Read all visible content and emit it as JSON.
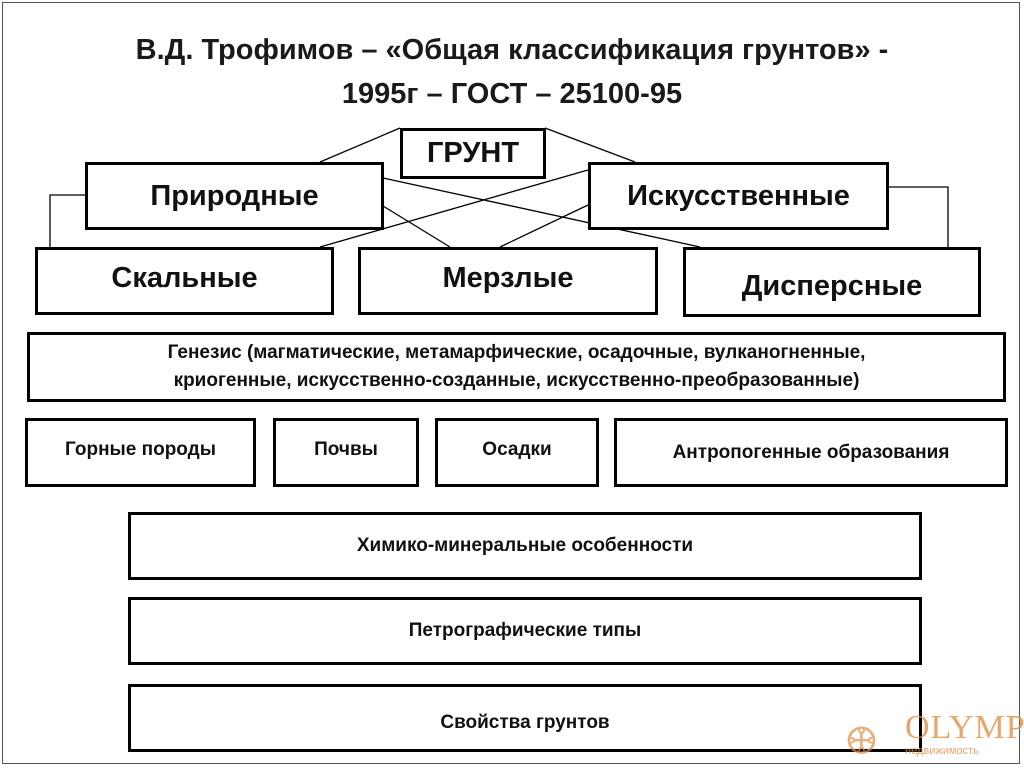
{
  "title": {
    "line1": "В.Д. Трофимов – «Общая классификация грунтов» -",
    "line2": "1995г – ГОСТ – 25100-95"
  },
  "nodes": {
    "root": "ГРУНТ",
    "natural": "Природные",
    "artificial": "Искусственные",
    "rocky": "Скальные",
    "frozen": "Мерзлые",
    "dispersed": "Дисперсные",
    "genesis_line1": "Генезис (магматические, метамарфические, осадочные, вулканогненные,",
    "genesis_line2": "криогенные, искусственно-созданные, искусственно-преобразованные)",
    "rocks": "Горные породы",
    "soils": "Почвы",
    "sediments": "Осадки",
    "anthropogenic": "Антропогенные образования",
    "chemical": "Химико-минеральные особенности",
    "petrographic": "Петрографические типы",
    "properties": "Свойства грунтов"
  },
  "watermark": {
    "name": "OLYMP",
    "sub": "недвижимость"
  }
}
